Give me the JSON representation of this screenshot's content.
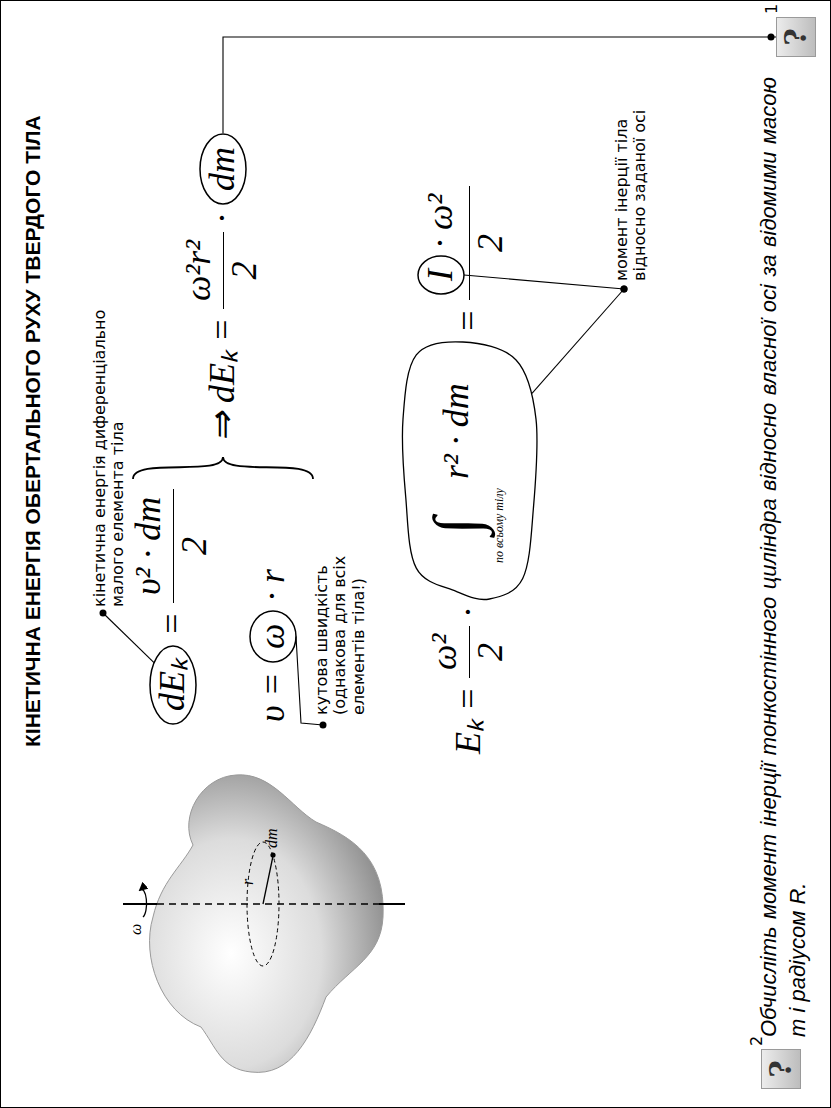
{
  "diagram": {
    "title": "КІНЕТИЧНА ЕНЕРГІЯ ОБЕРТАЛЬНОГО РУХУ ТВЕРДОГО ТІЛА",
    "nodes": [
      {
        "text": [
          "dEₖ"
        ]
      },
      {
        "text": [
          "dm"
        ]
      },
      {
        "text": [
          "?",
          "1"
        ]
      },
      {
        "text": [
          "ω"
        ]
      },
      {
        "text": [
          "∫",
          "по всьому тілу",
          "r² · dm"
        ]
      },
      {
        "text": [
          "I"
        ]
      },
      {
        "text": [
          "?",
          "2"
        ]
      }
    ],
    "edges": [
      {
        "from": 1,
        "to": 2,
        "arrow": "none"
      }
    ],
    "labels": [
      "кінетична енергія диференціально малого елемента тіла",
      "=",
      "υ² · dm",
      "2",
      "⇒ dEₖ =",
      "ω²r²",
      "2",
      "·",
      "υ =",
      "· r",
      "кутова швидкість (однакова для всіх елементів тіла!)",
      "Eₖ =",
      "ω²",
      "2",
      "·",
      "=",
      "· ω²",
      "2",
      "момент інерції тіла відносно заданої осі",
      "Обчисліть момент інерції тонкостінного циліндра відносно власної осі за відомими масою m і радіусом R.",
      "ω",
      "r",
      "dm"
    ]
  }
}
